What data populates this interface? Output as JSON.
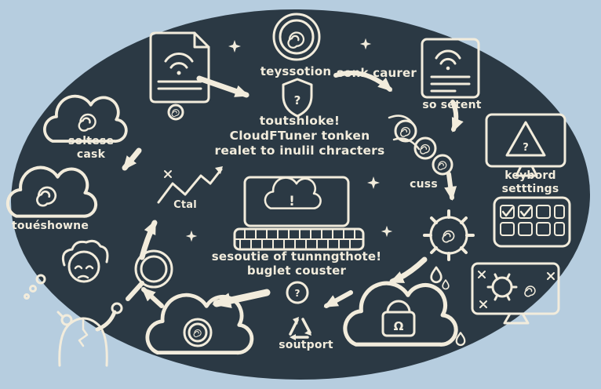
{
  "title": "hand-drawn cloud troubleshooting flow diagram",
  "colors": {
    "background": "#b6cddf",
    "blob": "#2b3944",
    "ink": "#f2ecdc"
  },
  "labels": {
    "badge_top": "teyssotion",
    "sonk": "sonk caurer",
    "so_setent": "so setent",
    "soltese_1": "soltese",
    "soltese_2": "cask",
    "toueshowne": "touéshowne",
    "center_1": "toutshloke!",
    "center_2": "CloudFTuner tonken",
    "center_3": "realet to inulil chracters",
    "ctal": "Ctal",
    "cuss": "cuss",
    "keybord_1": "keybord",
    "keybord_2": "setttings",
    "bottom_1": "sesoutie of tunnngthote!",
    "bottom_2": "buglet couster",
    "soutport": "soutport"
  },
  "glyphs": {
    "question": "?",
    "alert": "!",
    "lock": "Ω"
  },
  "icons": [
    "document-wifi-icon",
    "seal-badge-icon",
    "sparkle-icon",
    "document-icon",
    "shield-question-icon",
    "cloud-spiral-icon",
    "cloud-spiral-icon-2",
    "trend-zigzag-icon",
    "monitor-cloud-alert-icon",
    "keyboard-icon",
    "coins-stack-icon",
    "gear-icon",
    "monitor-question-icon",
    "keypad-icon",
    "monitor-gears-icon",
    "cloud-lock-icon",
    "water-drop-icon",
    "recycle-icon",
    "badge-question-icon",
    "cloud-badge-icon",
    "person-icon",
    "magnifier-icon",
    "flow-arrow"
  ]
}
